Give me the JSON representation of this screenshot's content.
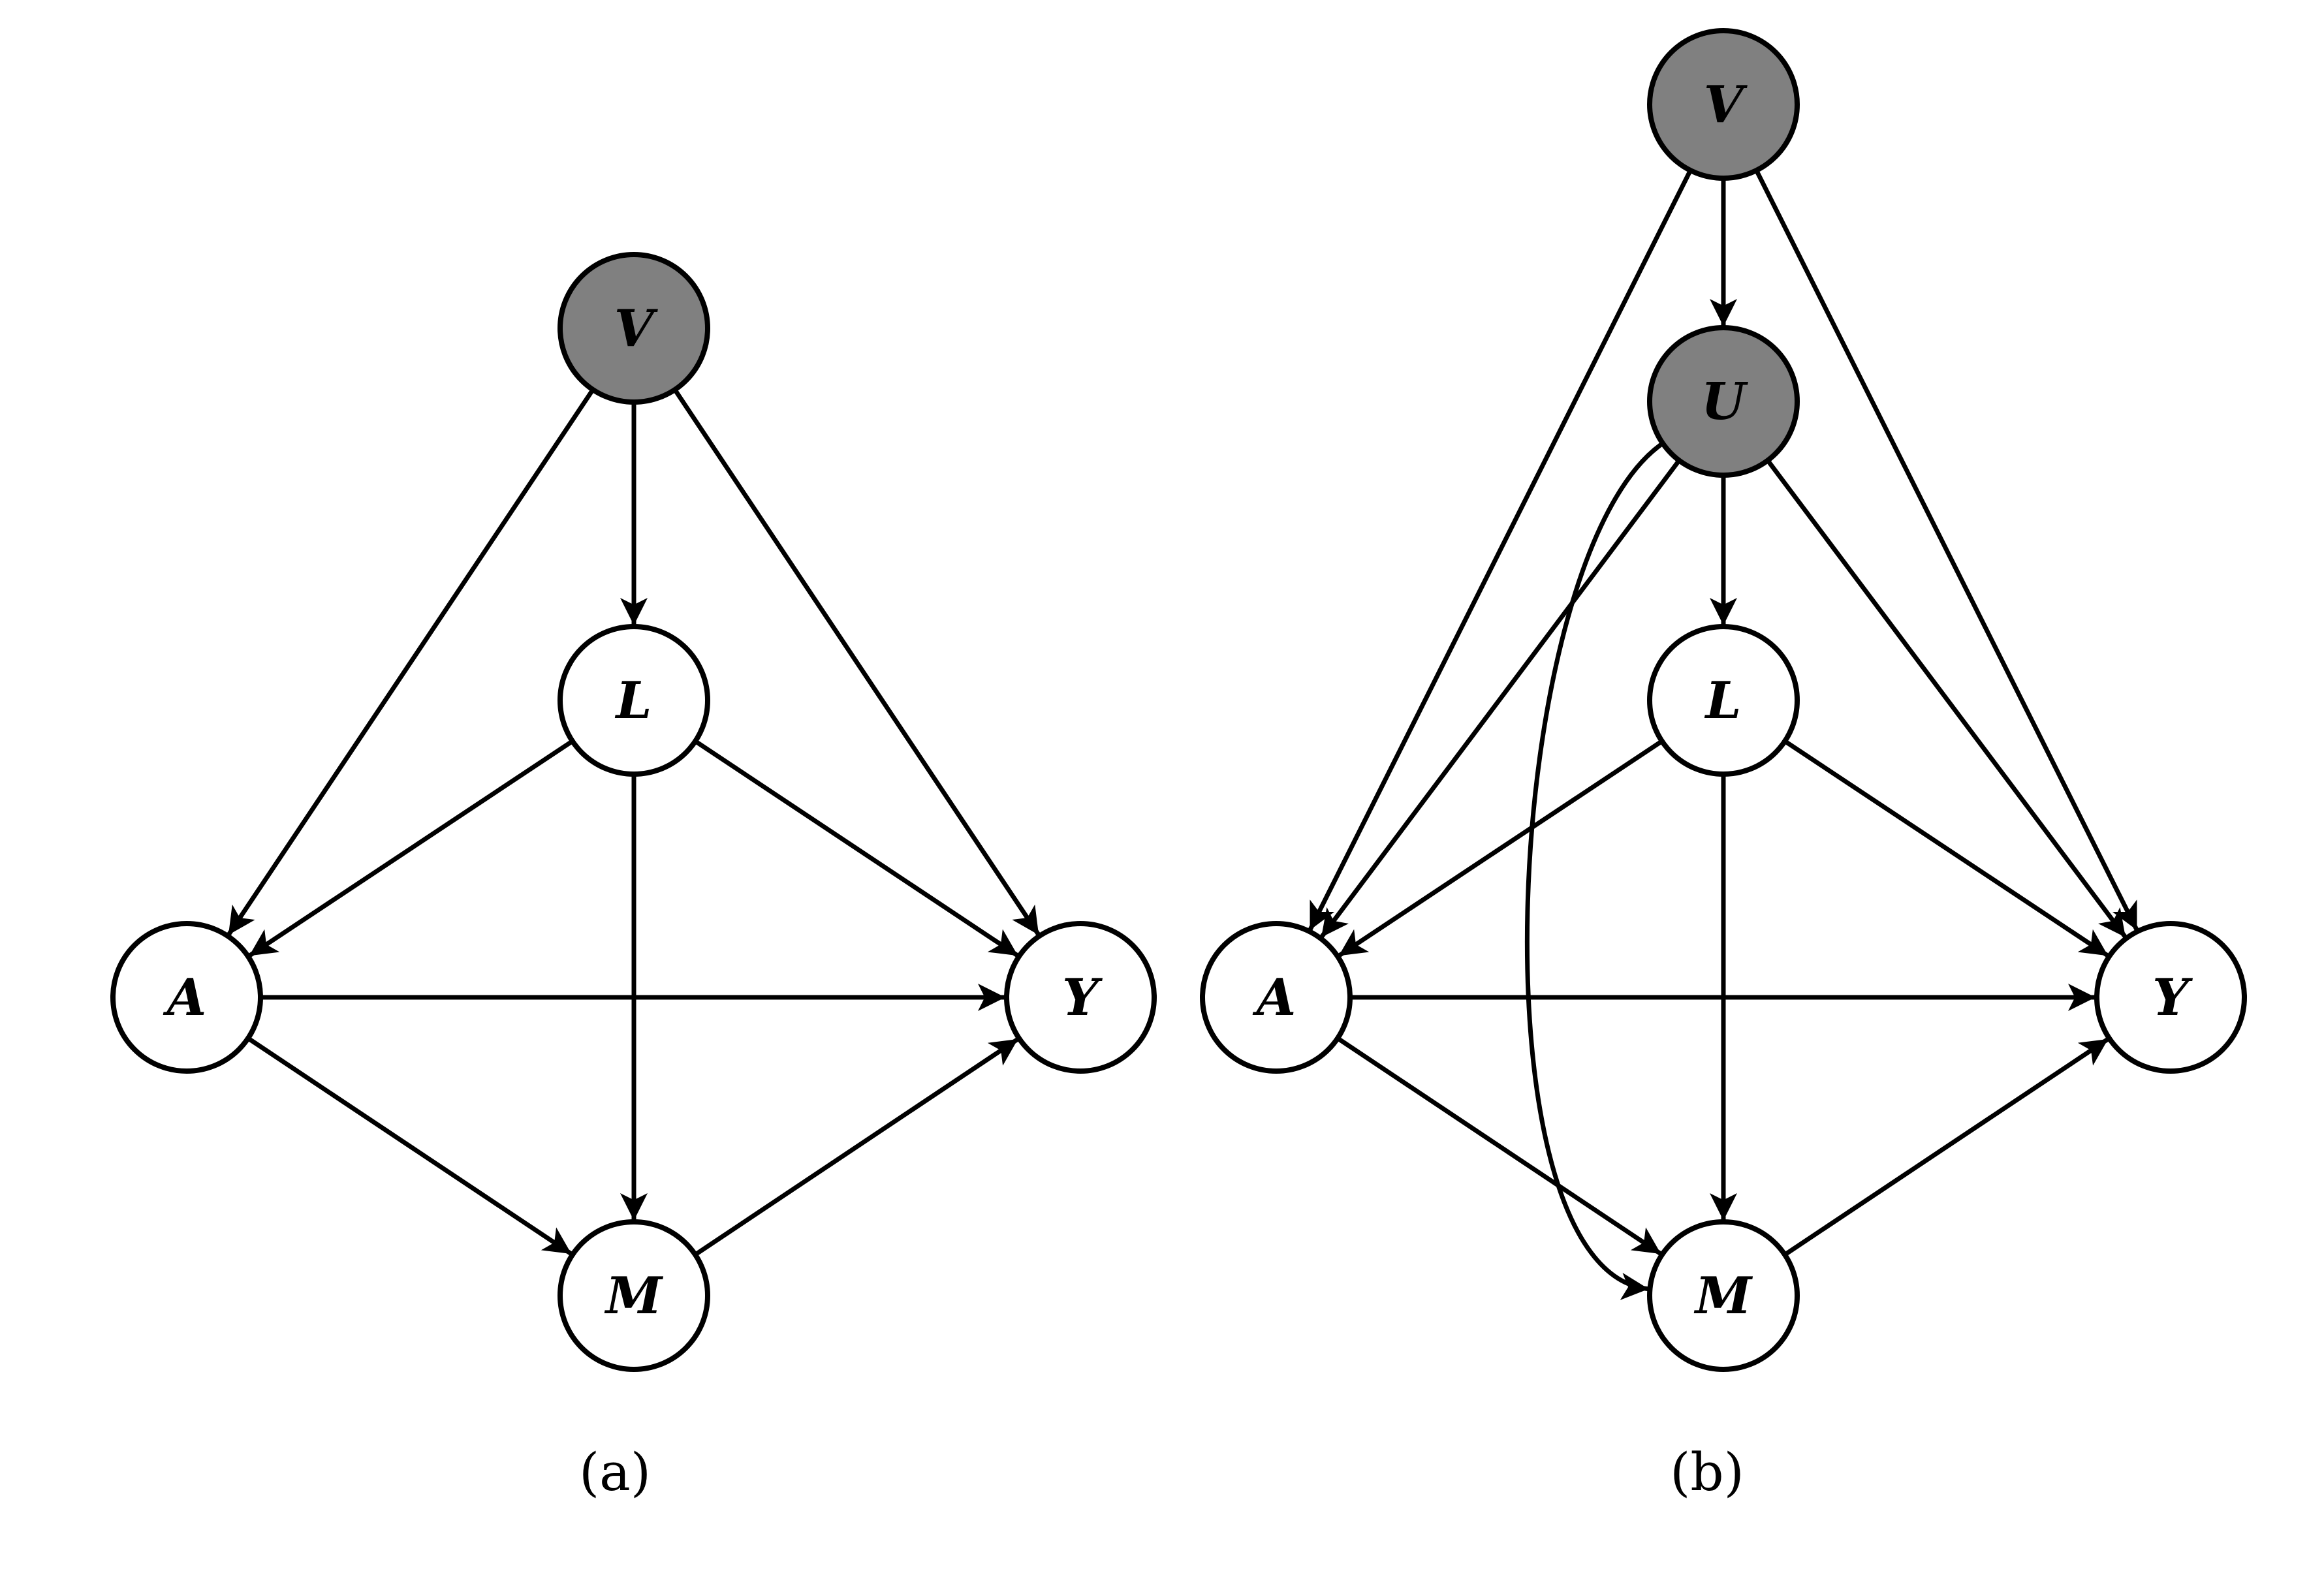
{
  "diagrams": [
    {
      "id": "a",
      "caption": "(a)",
      "nodes": [
        {
          "id": "V",
          "label": "V",
          "shaded": true
        },
        {
          "id": "L",
          "label": "L",
          "shaded": false
        },
        {
          "id": "A",
          "label": "A",
          "shaded": false
        },
        {
          "id": "Y",
          "label": "Y",
          "shaded": false
        },
        {
          "id": "M",
          "label": "M",
          "shaded": false
        }
      ],
      "edges": [
        {
          "from": "V",
          "to": "A"
        },
        {
          "from": "V",
          "to": "L"
        },
        {
          "from": "V",
          "to": "Y"
        },
        {
          "from": "L",
          "to": "A"
        },
        {
          "from": "L",
          "to": "Y"
        },
        {
          "from": "L",
          "to": "M"
        },
        {
          "from": "A",
          "to": "Y"
        },
        {
          "from": "A",
          "to": "M"
        },
        {
          "from": "M",
          "to": "Y"
        }
      ]
    },
    {
      "id": "b",
      "caption": "(b)",
      "nodes": [
        {
          "id": "V",
          "label": "V",
          "shaded": true
        },
        {
          "id": "U",
          "label": "U",
          "shaded": true
        },
        {
          "id": "L",
          "label": "L",
          "shaded": false
        },
        {
          "id": "A",
          "label": "A",
          "shaded": false
        },
        {
          "id": "Y",
          "label": "Y",
          "shaded": false
        },
        {
          "id": "M",
          "label": "M",
          "shaded": false
        }
      ],
      "edges": [
        {
          "from": "V",
          "to": "U"
        },
        {
          "from": "V",
          "to": "A"
        },
        {
          "from": "V",
          "to": "Y"
        },
        {
          "from": "U",
          "to": "L"
        },
        {
          "from": "U",
          "to": "A"
        },
        {
          "from": "U",
          "to": "Y"
        },
        {
          "from": "U",
          "to": "M",
          "curved": true
        },
        {
          "from": "L",
          "to": "A"
        },
        {
          "from": "L",
          "to": "Y"
        },
        {
          "from": "L",
          "to": "M"
        },
        {
          "from": "A",
          "to": "Y"
        },
        {
          "from": "A",
          "to": "M"
        },
        {
          "from": "M",
          "to": "Y"
        }
      ]
    }
  ],
  "colors": {
    "shaded_fill": "#808080",
    "node_fill": "#ffffff",
    "stroke": "#000000"
  }
}
